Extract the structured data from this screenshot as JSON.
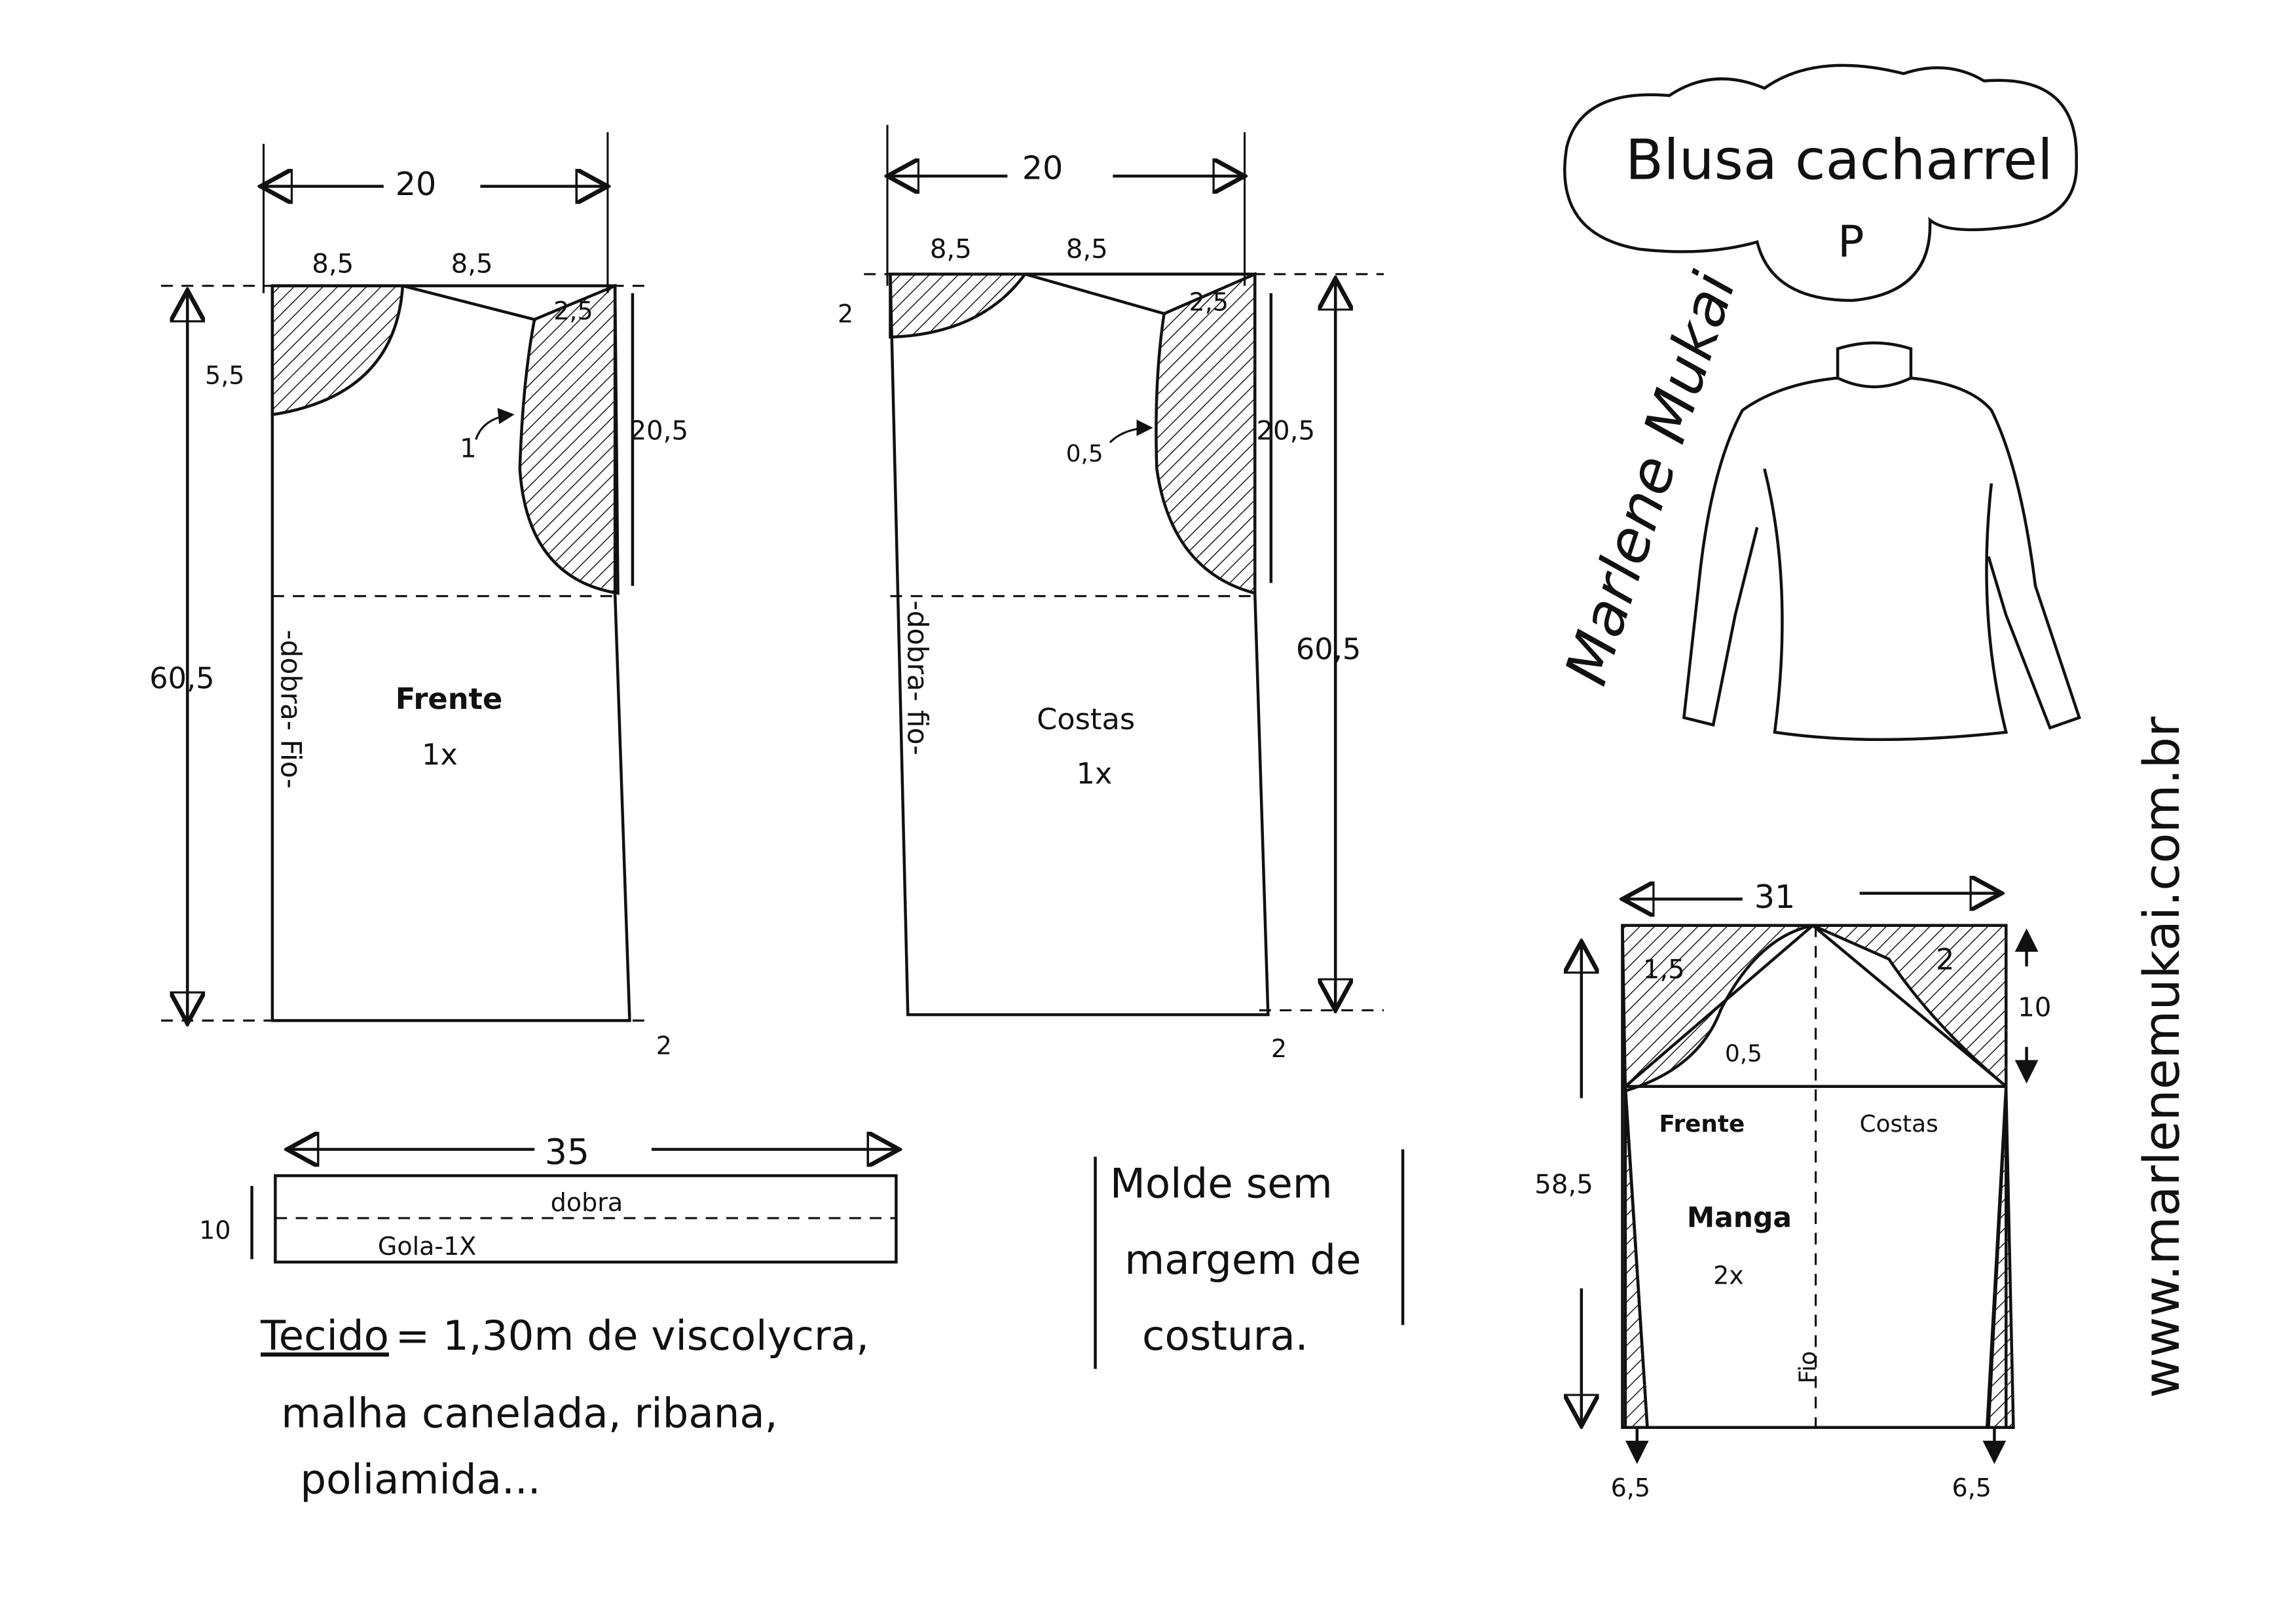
{
  "title": {
    "line1": "Blusa cacharrel",
    "size": "P"
  },
  "signature": "Marlene Mukai",
  "website": "www.marlenemukai.com.br",
  "front": {
    "width": "20",
    "neck_width": "8,5",
    "shoulder": "8,5",
    "neck_depth": "5,5",
    "shoulder_drop": "2,5",
    "armhole_depth": "20,5",
    "length": "60,5",
    "armhole_curve": "1",
    "side_flare": "2",
    "fold_label": "-dobra- Fio-",
    "name": "Frente",
    "qty": "1x"
  },
  "back": {
    "width": "20",
    "neck_width": "8,5",
    "shoulder": "8,5",
    "neck_depth": "2",
    "shoulder_drop": "2,5",
    "armhole_depth": "20,5",
    "length": "60,5",
    "armhole_curve": "0,5",
    "side_flare": "2",
    "fold_label": "-dobra- fio-",
    "name": "Costas",
    "qty": "1x"
  },
  "collar": {
    "length": "35",
    "height": "10",
    "fold": "dobra",
    "name": "Gola-1X"
  },
  "fabric": {
    "label": "Tecido",
    "line1": "= 1,30m de viscolycra,",
    "line2": "malha canelada, ribana,",
    "line3": "poliamida..."
  },
  "note": {
    "line1": "Molde sem",
    "line2": "margem de",
    "line3": "costura."
  },
  "sleeve": {
    "width": "31",
    "cap_front": "1,5",
    "cap_back": "2",
    "cap_inner": "0,5",
    "cap_height": "10",
    "length": "58,5",
    "front": "Frente",
    "back": "Costas",
    "name": "Manga",
    "qty": "2x",
    "grain": "Fio",
    "hem_left": "6,5",
    "hem_right": "6,5"
  }
}
